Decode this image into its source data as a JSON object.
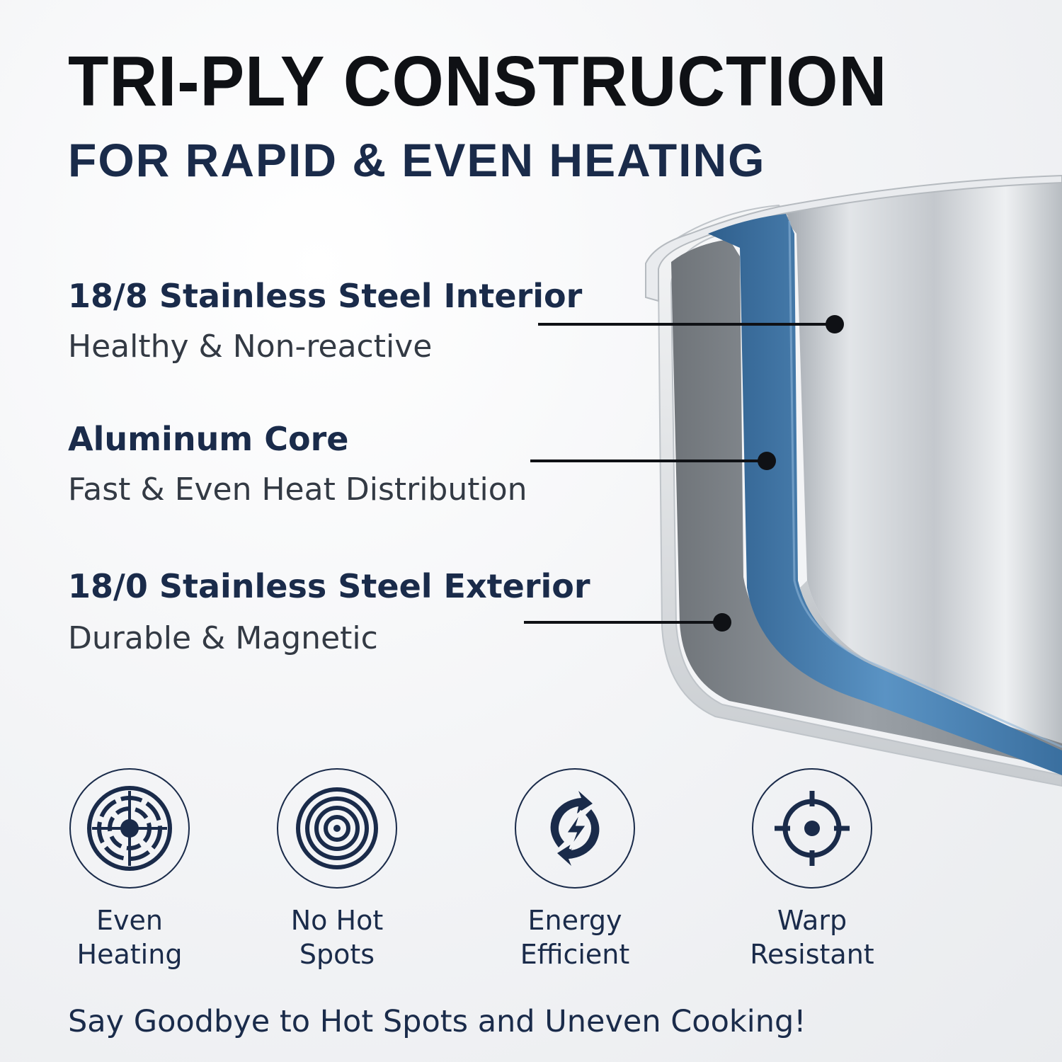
{
  "header": {
    "title": "TRI-PLY CONSTRUCTION",
    "subtitle": "FOR RAPID & EVEN HEATING"
  },
  "layers": [
    {
      "title": "18/8 Stainless Steel Interior",
      "description": "Healthy & Non-reactive"
    },
    {
      "title": "Aluminum Core",
      "description": "Fast & Even Heat Distribution"
    },
    {
      "title": "18/0 Stainless Steel Exterior",
      "description": "Durable & Magnetic"
    }
  ],
  "benefits": [
    {
      "line1": "Even",
      "line2": "Heating",
      "icon": "even-heating-icon"
    },
    {
      "line1": "No Hot",
      "line2": "Spots",
      "icon": "concentric-rings-icon"
    },
    {
      "line1": "Energy",
      "line2": "Efficient",
      "icon": "energy-bolt-icon"
    },
    {
      "line1": "Warp",
      "line2": "Resistant",
      "icon": "crosshair-icon"
    }
  ],
  "footer": {
    "tagline": "Say Goodbye to Hot Spots and Uneven Cooking!"
  },
  "colors": {
    "navy": "#1a2b4a",
    "core_blue": "#3f78aa",
    "steel": "#b9bec4",
    "background": "#f3f4f6"
  }
}
